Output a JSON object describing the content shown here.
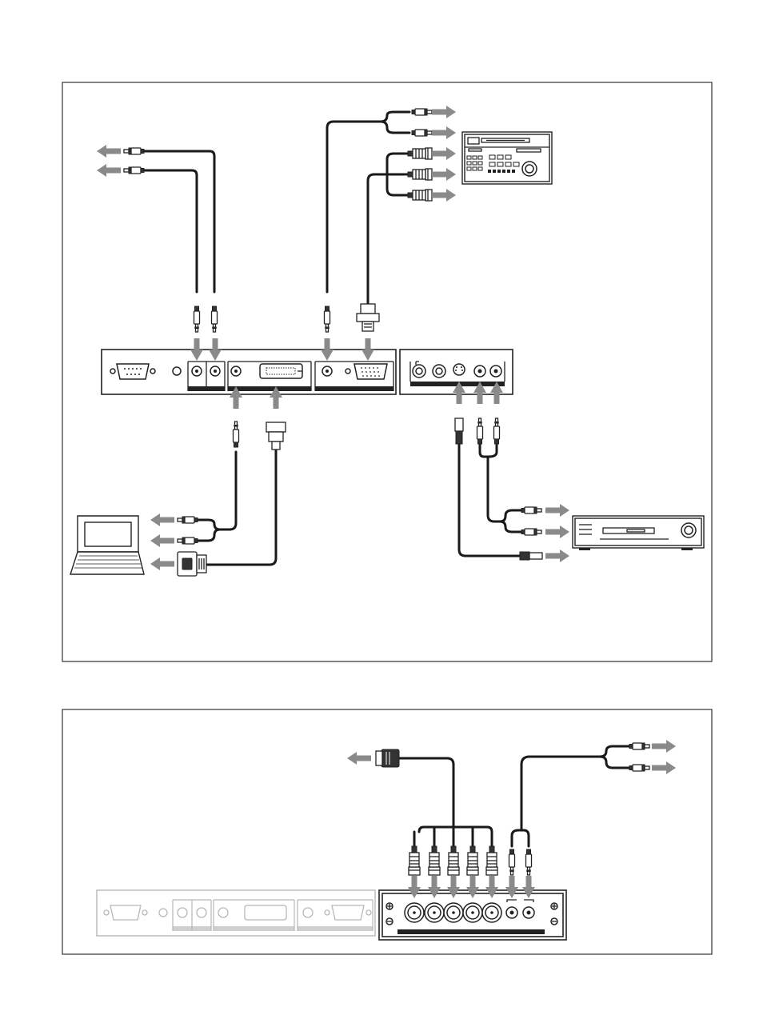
{
  "page": {
    "background": "#ffffff",
    "line_color": "#1a1a1a",
    "arrow_color": "#8a8a8a"
  },
  "upper_diagram": {
    "devices": [
      "laptop-computer-icon",
      "vtr-deck-icon",
      "vcr-icon"
    ],
    "panels": [
      "main-input-panel",
      "video-input-adaptor-panel"
    ]
  },
  "lower_diagram": {
    "devices": [],
    "panels": [
      "main-input-panel-dimmed",
      "bnc-input-adaptor-panel"
    ]
  }
}
